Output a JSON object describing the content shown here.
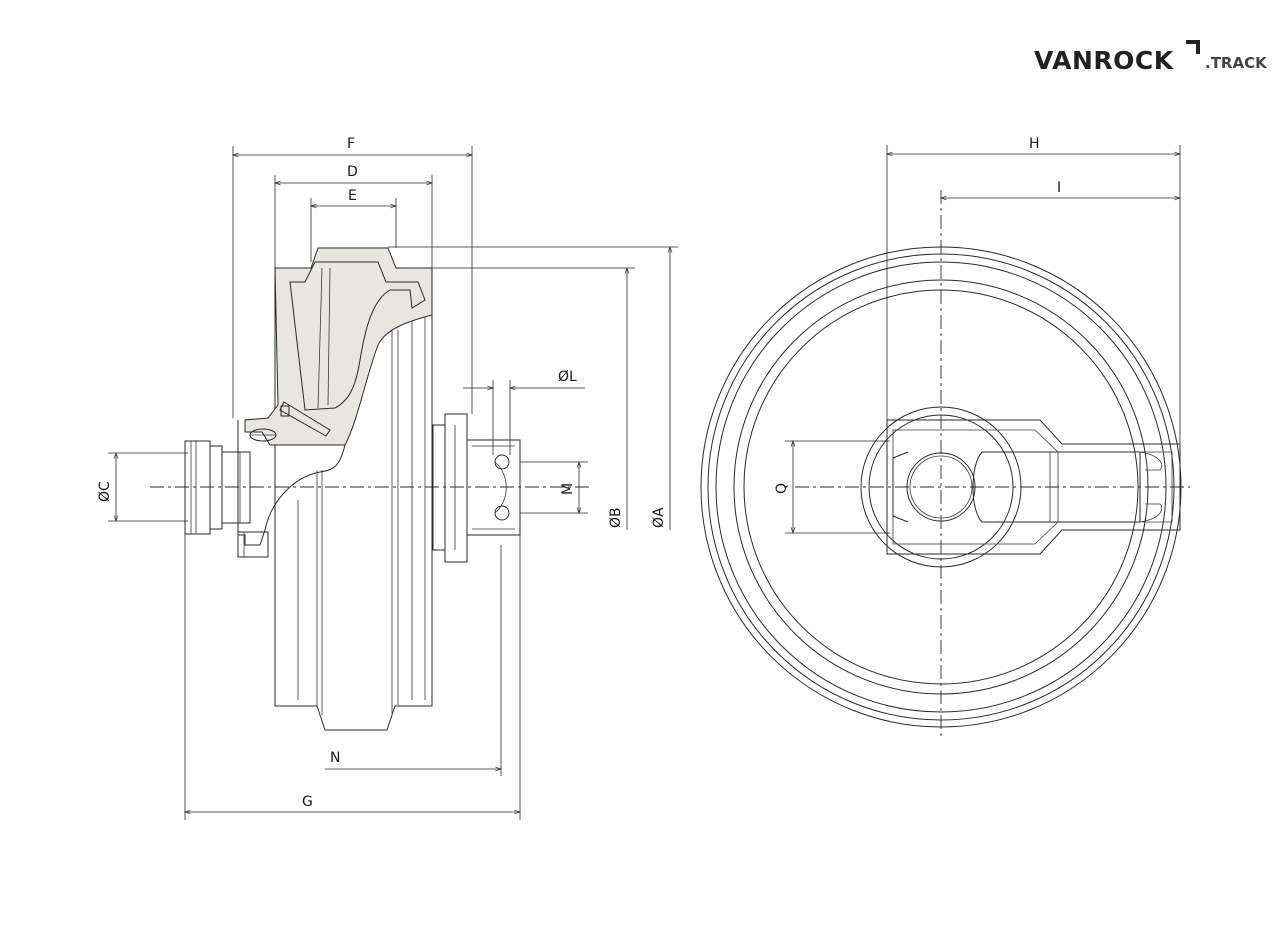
{
  "brand": {
    "name": "VANROCK",
    "suffix": ".TRACK"
  },
  "dimensions": {
    "F": "F",
    "D": "D",
    "E": "E",
    "L": "ØL",
    "M": "M",
    "B": "ØB",
    "A": "ØA",
    "C": "ØC",
    "N": "N",
    "G": "G",
    "H": "H",
    "I": "I",
    "Q": "Q"
  },
  "icons": {
    "logo_mark": "corner-arrow-icon"
  },
  "colors": {
    "line": "#2a2a2a",
    "section_fill": "#e9e5df",
    "logo": "#222222"
  }
}
